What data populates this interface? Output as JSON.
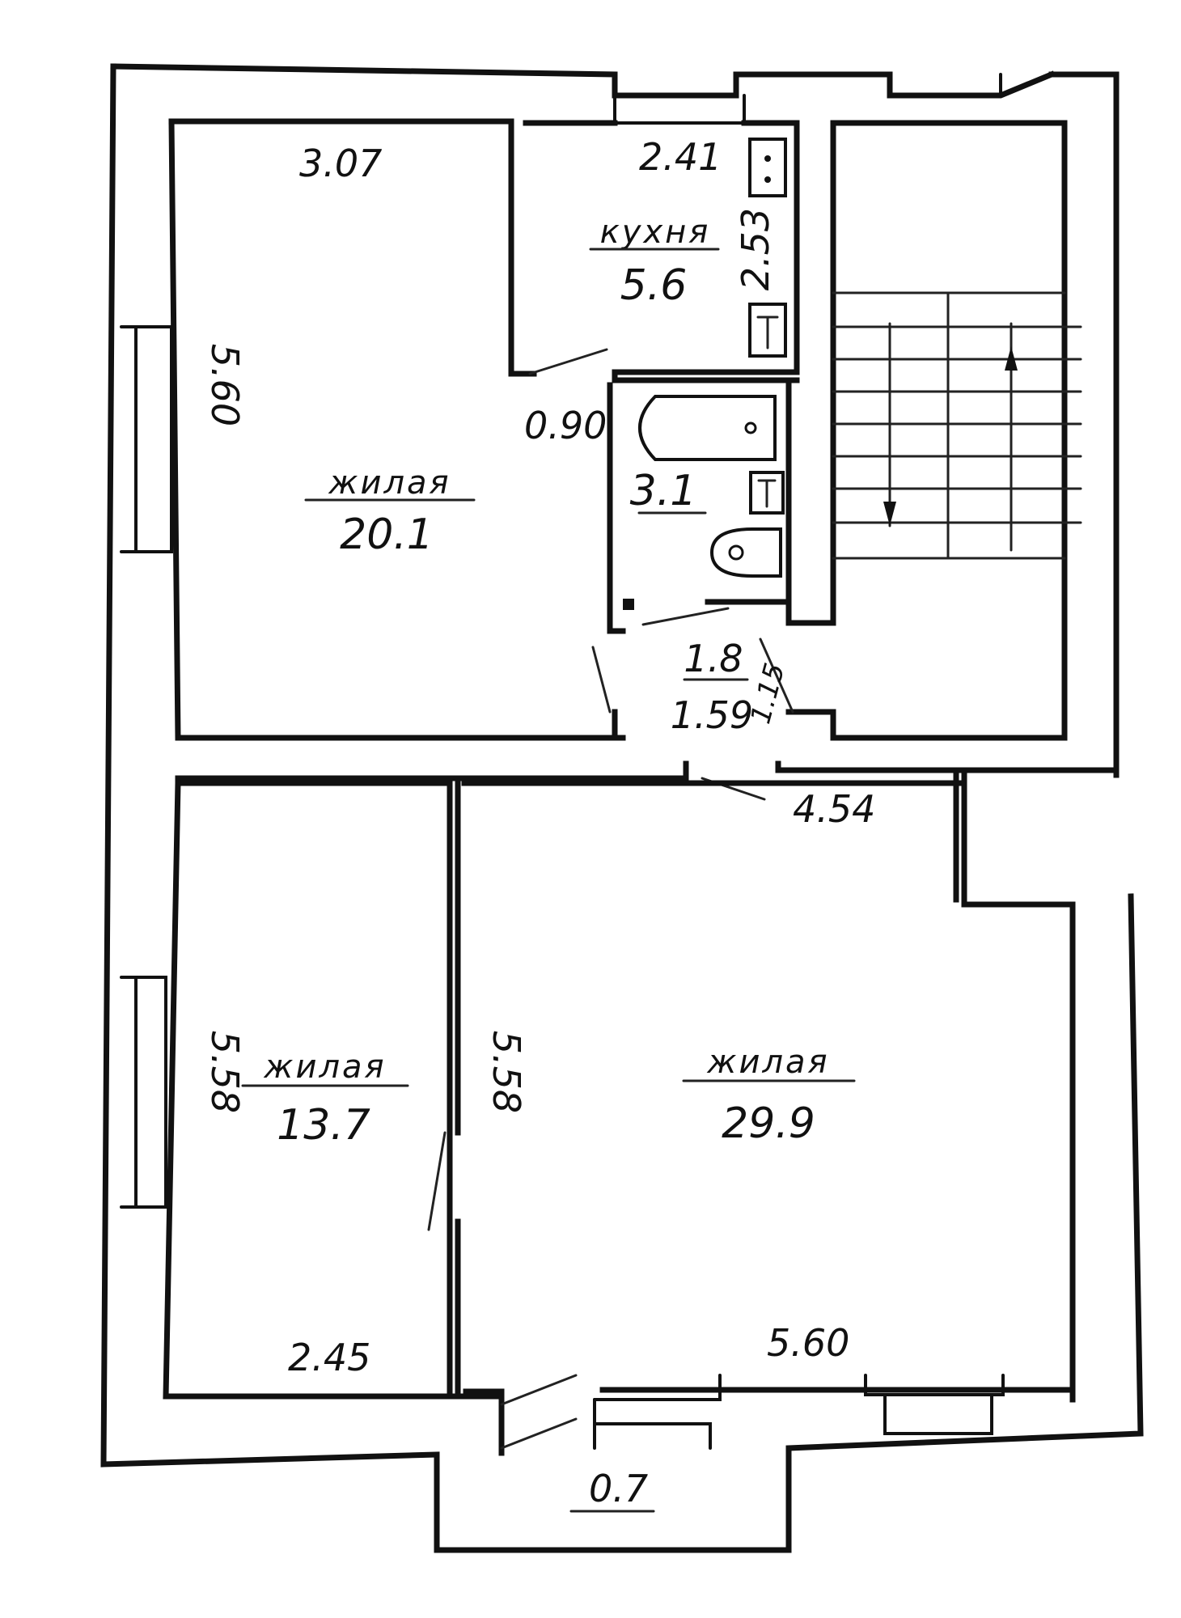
{
  "rooms": {
    "living_top": {
      "name": "жилая",
      "area": "20.1",
      "width": "3.07",
      "length": "5.60"
    },
    "kitchen": {
      "name": "кухня",
      "area": "5.6",
      "width": "2.41",
      "length": "2.53"
    },
    "bathroom": {
      "area": "3.1"
    },
    "hall": {
      "area": "1.8",
      "width": "1.59",
      "height_dim": "1.15"
    },
    "living_left": {
      "name": "жилая",
      "area": "13.7",
      "width": "2.45",
      "length": "5.58"
    },
    "living_main": {
      "name": "жилая",
      "area": "29.9",
      "width": "5.60",
      "length": "5.58"
    },
    "balcony": {
      "area": "0.7"
    }
  },
  "dimensions": {
    "door_width": "0.90",
    "corridor_length": "4.54"
  }
}
